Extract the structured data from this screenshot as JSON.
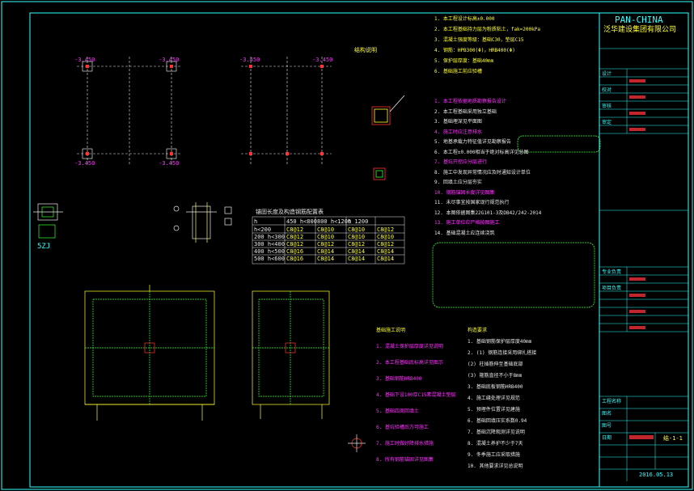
{
  "company": {
    "name_en": "PAN-CHINA",
    "name_cn": "泛华建设集团有限公司"
  },
  "sheet": {
    "date": "2016.05.13",
    "sheet_no": "结-1-1"
  },
  "labels": {
    "elev_tags": [
      "-3.450",
      "-3.450",
      "-3.450",
      "-3.450",
      "-3.450",
      "-3.450"
    ],
    "table_title": "钢筋搭接长度表",
    "legend_title": "结构说明",
    "zone_label": "5ZJ",
    "hpb_table_title": "锚固长度及构造钢筋配置表"
  },
  "rebar_table": {
    "header": [
      "h",
      "450 h<800",
      "800 h<1200",
      "h 1200"
    ],
    "rows": [
      [
        "h<200",
        "C8@12",
        "C8@10",
        "C8@10",
        "C8@12"
      ],
      [
        "200 h<300",
        "C8@12",
        "C8@10",
        "C8@10",
        "C8@10"
      ],
      [
        "300 h<400",
        "C8@12",
        "C8@12",
        "C8@12",
        "C8@12"
      ],
      [
        "400 h<500",
        "C8@16",
        "C8@14",
        "C8@14",
        "C8@14"
      ],
      [
        "500 h<600",
        "C8@16",
        "C8@14",
        "C8@14",
        "C8@14"
      ]
    ]
  },
  "general_notes": [
    "1. 本工程设计标高±0.000",
    "2. 本工程基础持力层为粉质粘土，fak=200kPa",
    "3. 混凝土强度等级：基础C30，垫层C15",
    "4. 钢筋：HPB300(Φ)，HRB400(Φ)",
    "5. 保护层厚度：基础40mm",
    "6. 基础施工前应验槽",
    "1. 本工程依据地质勘察报告设计",
    "2. 本工程基础采用独立基础",
    "3. 基础埋深见平面图",
    "4. 施工时应注意排水",
    "5. 地基承载力特征值详见勘察报告",
    "6. 本工程±0.000相当于绝对标高详见总图",
    "7. 基坑开挖应分层进行",
    "8. 施工中发现异常情况应及时通知设计单位",
    "9. 回填土应分层夯实",
    "10. 钢筋锚固长度详见图集",
    "11. 未尽事宜按国家现行规范执行",
    "12. 本图依据图集22G101-3及DB42/242-2014",
    "13. 施工单位应严格按图施工",
    "14. 基础混凝土应连续浇筑"
  ],
  "notes_left": [
    "基础施工说明",
    "1. 混凝土保护层厚度详见说明",
    "2. 本工程基础底标高详见图示",
    "3. 基础钢筋HRB400",
    "4. 基础下设100厚C15素混凝土垫层",
    "5. 基础四周回填土",
    "6. 基坑验槽后方可施工",
    "7. 施工时做好降排水措施",
    "8. 所有钢筋锚固详见图集"
  ],
  "notes_right": [
    "构造要求",
    "1. 基础钢筋保护层厚度40mm",
    "2. (1) 钢筋连接采用绑扎搭接",
    "(2) 柱插筋伸至基础底部",
    "(3) 箍筋直径不小于8mm",
    "3. 基础底板钢筋HRB400",
    "4. 施工缝处理详见规范",
    "5. 预埋件位置详见建施",
    "6. 基础回填压实系数0.94",
    "7. 基础沉降观测详见说明",
    "8. 混凝土养护不少于7天",
    "9. 冬季施工应采取措施",
    "10. 其他要求详见总说明"
  ],
  "title_block": {
    "rows": [
      "设计",
      "校对",
      "审核",
      "审定",
      "专业负责",
      "项目负责",
      "工程名称",
      "图名",
      "图号",
      "日期"
    ]
  }
}
